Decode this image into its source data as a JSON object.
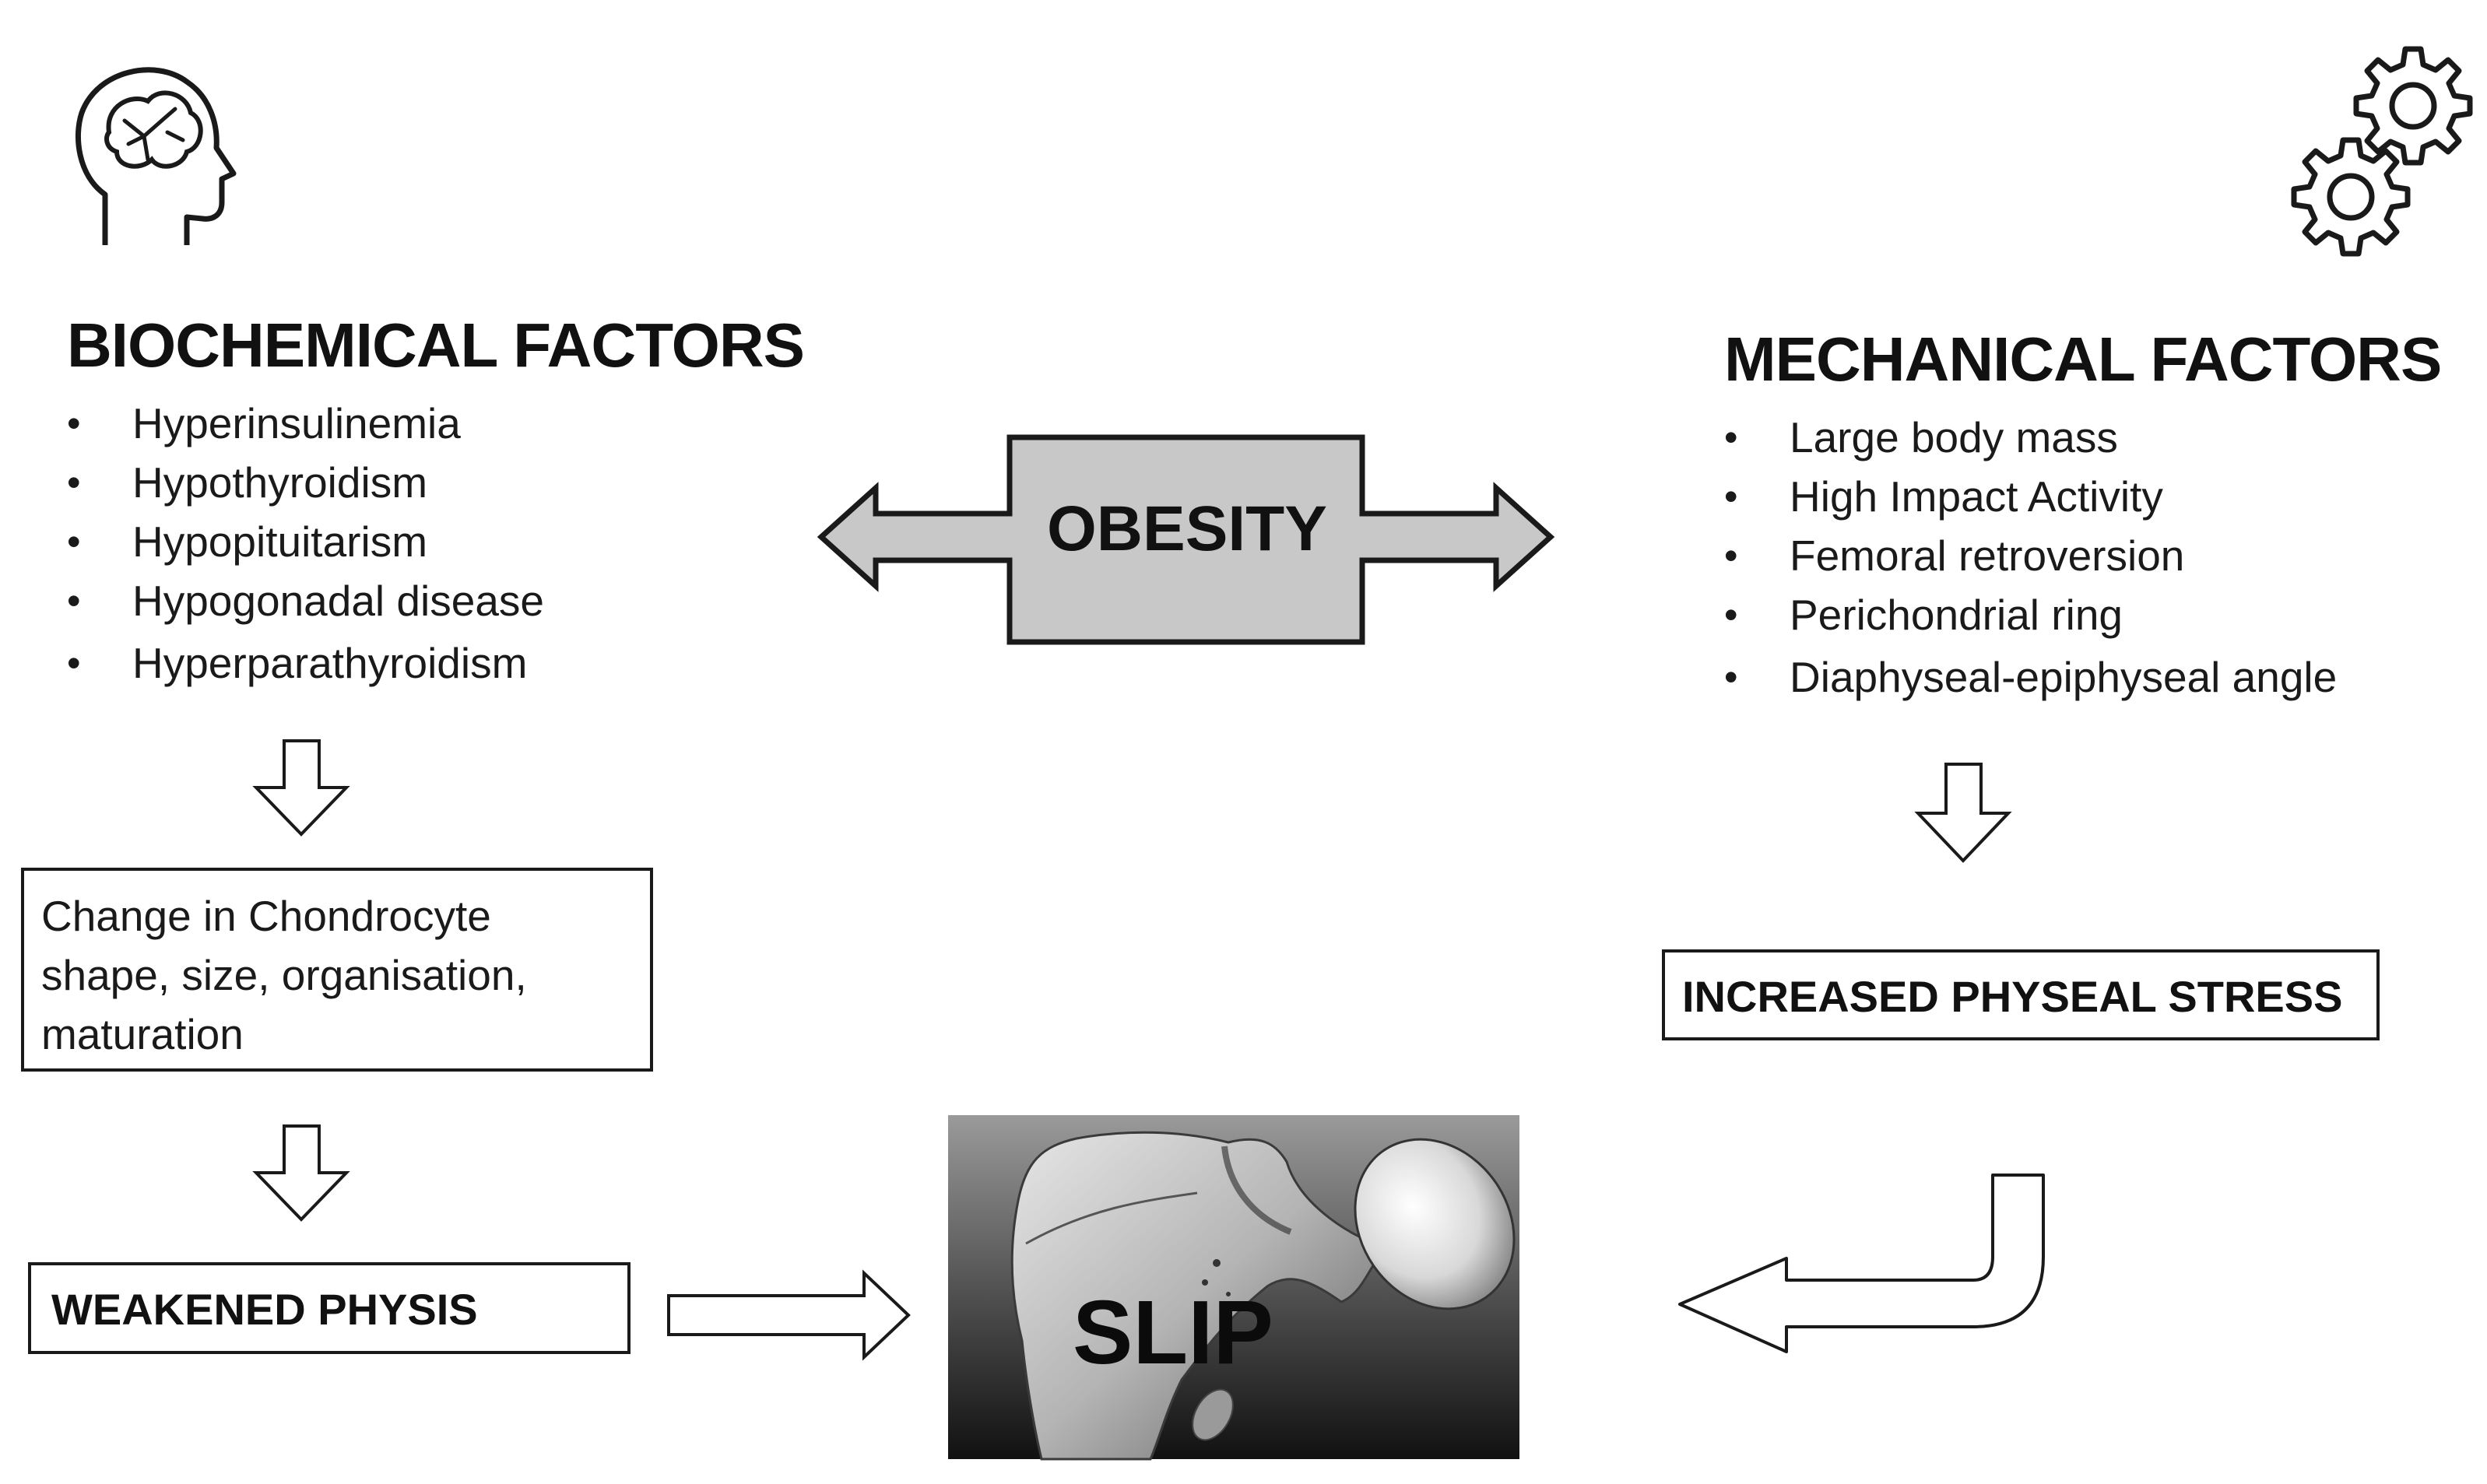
{
  "left": {
    "icon": "brain-head-icon",
    "heading": "BIOCHEMICAL FACTORS",
    "items": [
      "Hyperinsulinemia",
      "Hypothyroidism",
      "Hypopituitarism",
      "Hypogonadal disease",
      "Hyperparathyroidism"
    ],
    "change_box_lines": [
      "Change in Chondrocyte",
      "shape, size, organisation,",
      "maturation"
    ],
    "weakened_box": "WEAKENED PHYSIS"
  },
  "right": {
    "icon": "gears-icon",
    "heading": "MECHANICAL FACTORS",
    "items": [
      "Large body mass",
      "High Impact Activity",
      "Femoral retroversion",
      "Perichondrial ring",
      "Diaphyseal-epiphyseal angle"
    ],
    "stress_box": "INCREASED PHYSEAL STRESS"
  },
  "center": {
    "label": "OBESITY"
  },
  "bottom": {
    "image_icon": "femur-bone-image",
    "label": "SLIP"
  },
  "colors": {
    "obesity_fill": "#c8c8c8",
    "line": "#1a1a1a"
  }
}
